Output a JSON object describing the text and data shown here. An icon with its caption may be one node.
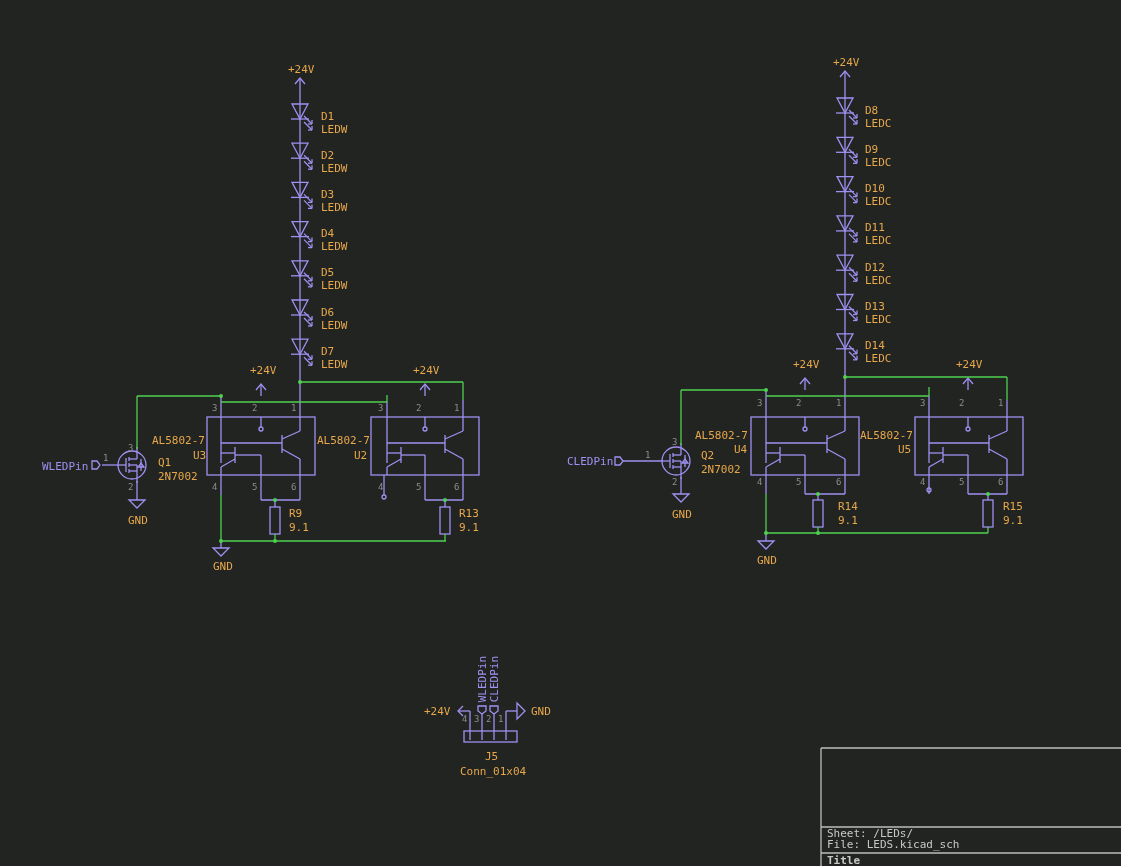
{
  "diagram": {
    "labels": [
      "+24V",
      "D1",
      "LEDW",
      "D2",
      "LEDW",
      "D3",
      "LEDW",
      "D4",
      "LEDW",
      "D5",
      "LEDW",
      "D6",
      "LEDW",
      "D7",
      "LEDW",
      "+24V",
      "D8",
      "LEDC",
      "D9",
      "LEDC",
      "D10",
      "LEDC",
      "D11",
      "LEDC",
      "D12",
      "LEDC",
      "D13",
      "LEDC",
      "D14",
      "LEDC",
      "+24V",
      "+24V",
      "3",
      "2",
      "1",
      "3",
      "2",
      "1",
      "AL5802-7",
      "U3",
      "AL5802-7",
      "U2",
      "3",
      "1",
      "WLEDPin",
      "Q1",
      "2N7002",
      "2",
      "4",
      "5",
      "6",
      "4",
      "5",
      "6",
      "R9",
      "9.1",
      "R13",
      "9.1",
      "GND",
      "GND",
      "+24V",
      "+24V",
      "3",
      "2",
      "1",
      "3",
      "2",
      "1",
      "AL5802-7",
      "U4",
      "AL5802-7",
      "U5",
      "3",
      "1",
      "CLEDPin",
      "Q2",
      "2N7002",
      "2",
      "4",
      "5",
      "6",
      "4",
      "5",
      "6",
      "R14",
      "9.1",
      "R15",
      "9.1",
      "GND",
      "GND",
      "+24V",
      "WLEDPin",
      "CLEDPin",
      "GND",
      "4",
      "3",
      "2",
      "1",
      "J5",
      "Conn_01x04",
      "Sheet: /LEDs/",
      "File: LEDS.kicad_sch",
      "Title"
    ]
  }
}
